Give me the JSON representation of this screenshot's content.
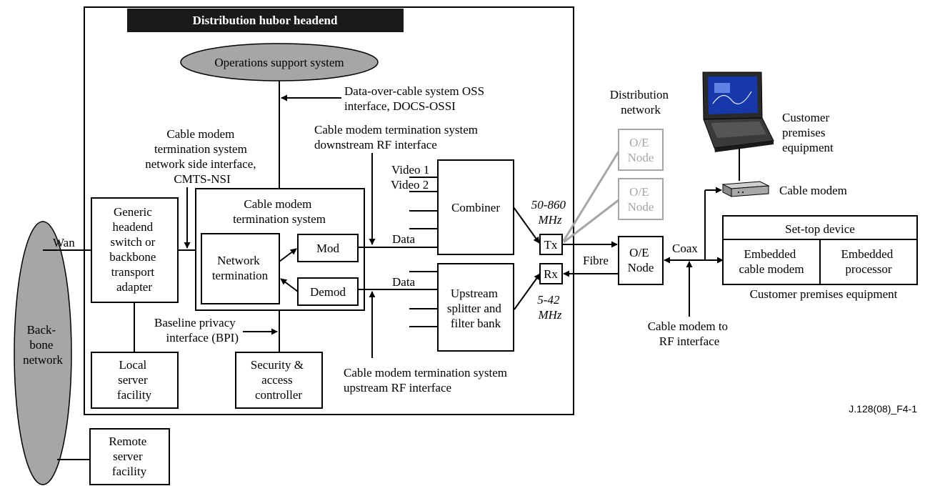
{
  "diagram": {
    "header_title": "Distribution hubor headend",
    "backbone_network": [
      "Back-",
      "bone",
      "network"
    ],
    "wan_label": "Wan",
    "oss": "Operations support system",
    "oss_interface": [
      "Data-over-cable system OSS",
      "interface, DOCS-OSSI"
    ],
    "nsi_label": [
      "Cable modem",
      "termination system",
      "network side interface,",
      "CMTS-NSI"
    ],
    "generic_headend": [
      "Generic",
      "headend",
      "switch or",
      "backbone",
      "transport",
      "adapter"
    ],
    "cmts_title": [
      "Cable modem",
      "termination system"
    ],
    "network_termination": [
      "Network",
      "termination"
    ],
    "mod": "Mod",
    "demod": "Demod",
    "downstream_rf": [
      "Cable modem termination system",
      "downstream RF interface"
    ],
    "upstream_rf": [
      "Cable modem termination system",
      "upstream RF interface"
    ],
    "video1": "Video 1",
    "video2": "Video 2",
    "data_down": "Data",
    "data_up": "Data",
    "combiner": "Combiner",
    "upstream_splitter": [
      "Upstream",
      "splitter and",
      "filter bank"
    ],
    "freq_down": [
      "50-860",
      "MHz"
    ],
    "freq_up": [
      "5-42",
      "MHz"
    ],
    "tx": "Tx",
    "rx": "Rx",
    "distribution_network": [
      "Distribution",
      "network"
    ],
    "oe_node": [
      "O/E",
      "Node"
    ],
    "fibre": "Fibre",
    "coax": "Coax",
    "cable_modem_rf": [
      "Cable modem to",
      "RF interface"
    ],
    "cpe_label": [
      "Customer",
      "premises",
      "equipment"
    ],
    "cable_modem": "Cable modem",
    "set_top_device": "Set-top device",
    "embedded_cable_modem": [
      "Embedded",
      "cable modem"
    ],
    "embedded_processor": [
      "Embedded",
      "processor"
    ],
    "customer_premises_equipment": "Customer premises equipment",
    "bpi_label": [
      "Baseline privacy",
      "interface (BPI)"
    ],
    "local_server": [
      "Local",
      "server",
      "facility"
    ],
    "security_controller": [
      "Security &",
      "access",
      "controller"
    ],
    "remote_server": [
      "Remote",
      "server",
      "facility"
    ],
    "figure_id": "J.128(08)_F4-1"
  },
  "colors": {
    "header_fill": "#1a1a1a",
    "ellipse_fill": "#a6a6a6",
    "inactive_grey": "#a6a6a6"
  },
  "icons": [
    "laptop-icon",
    "cable-modem-device-icon"
  ]
}
